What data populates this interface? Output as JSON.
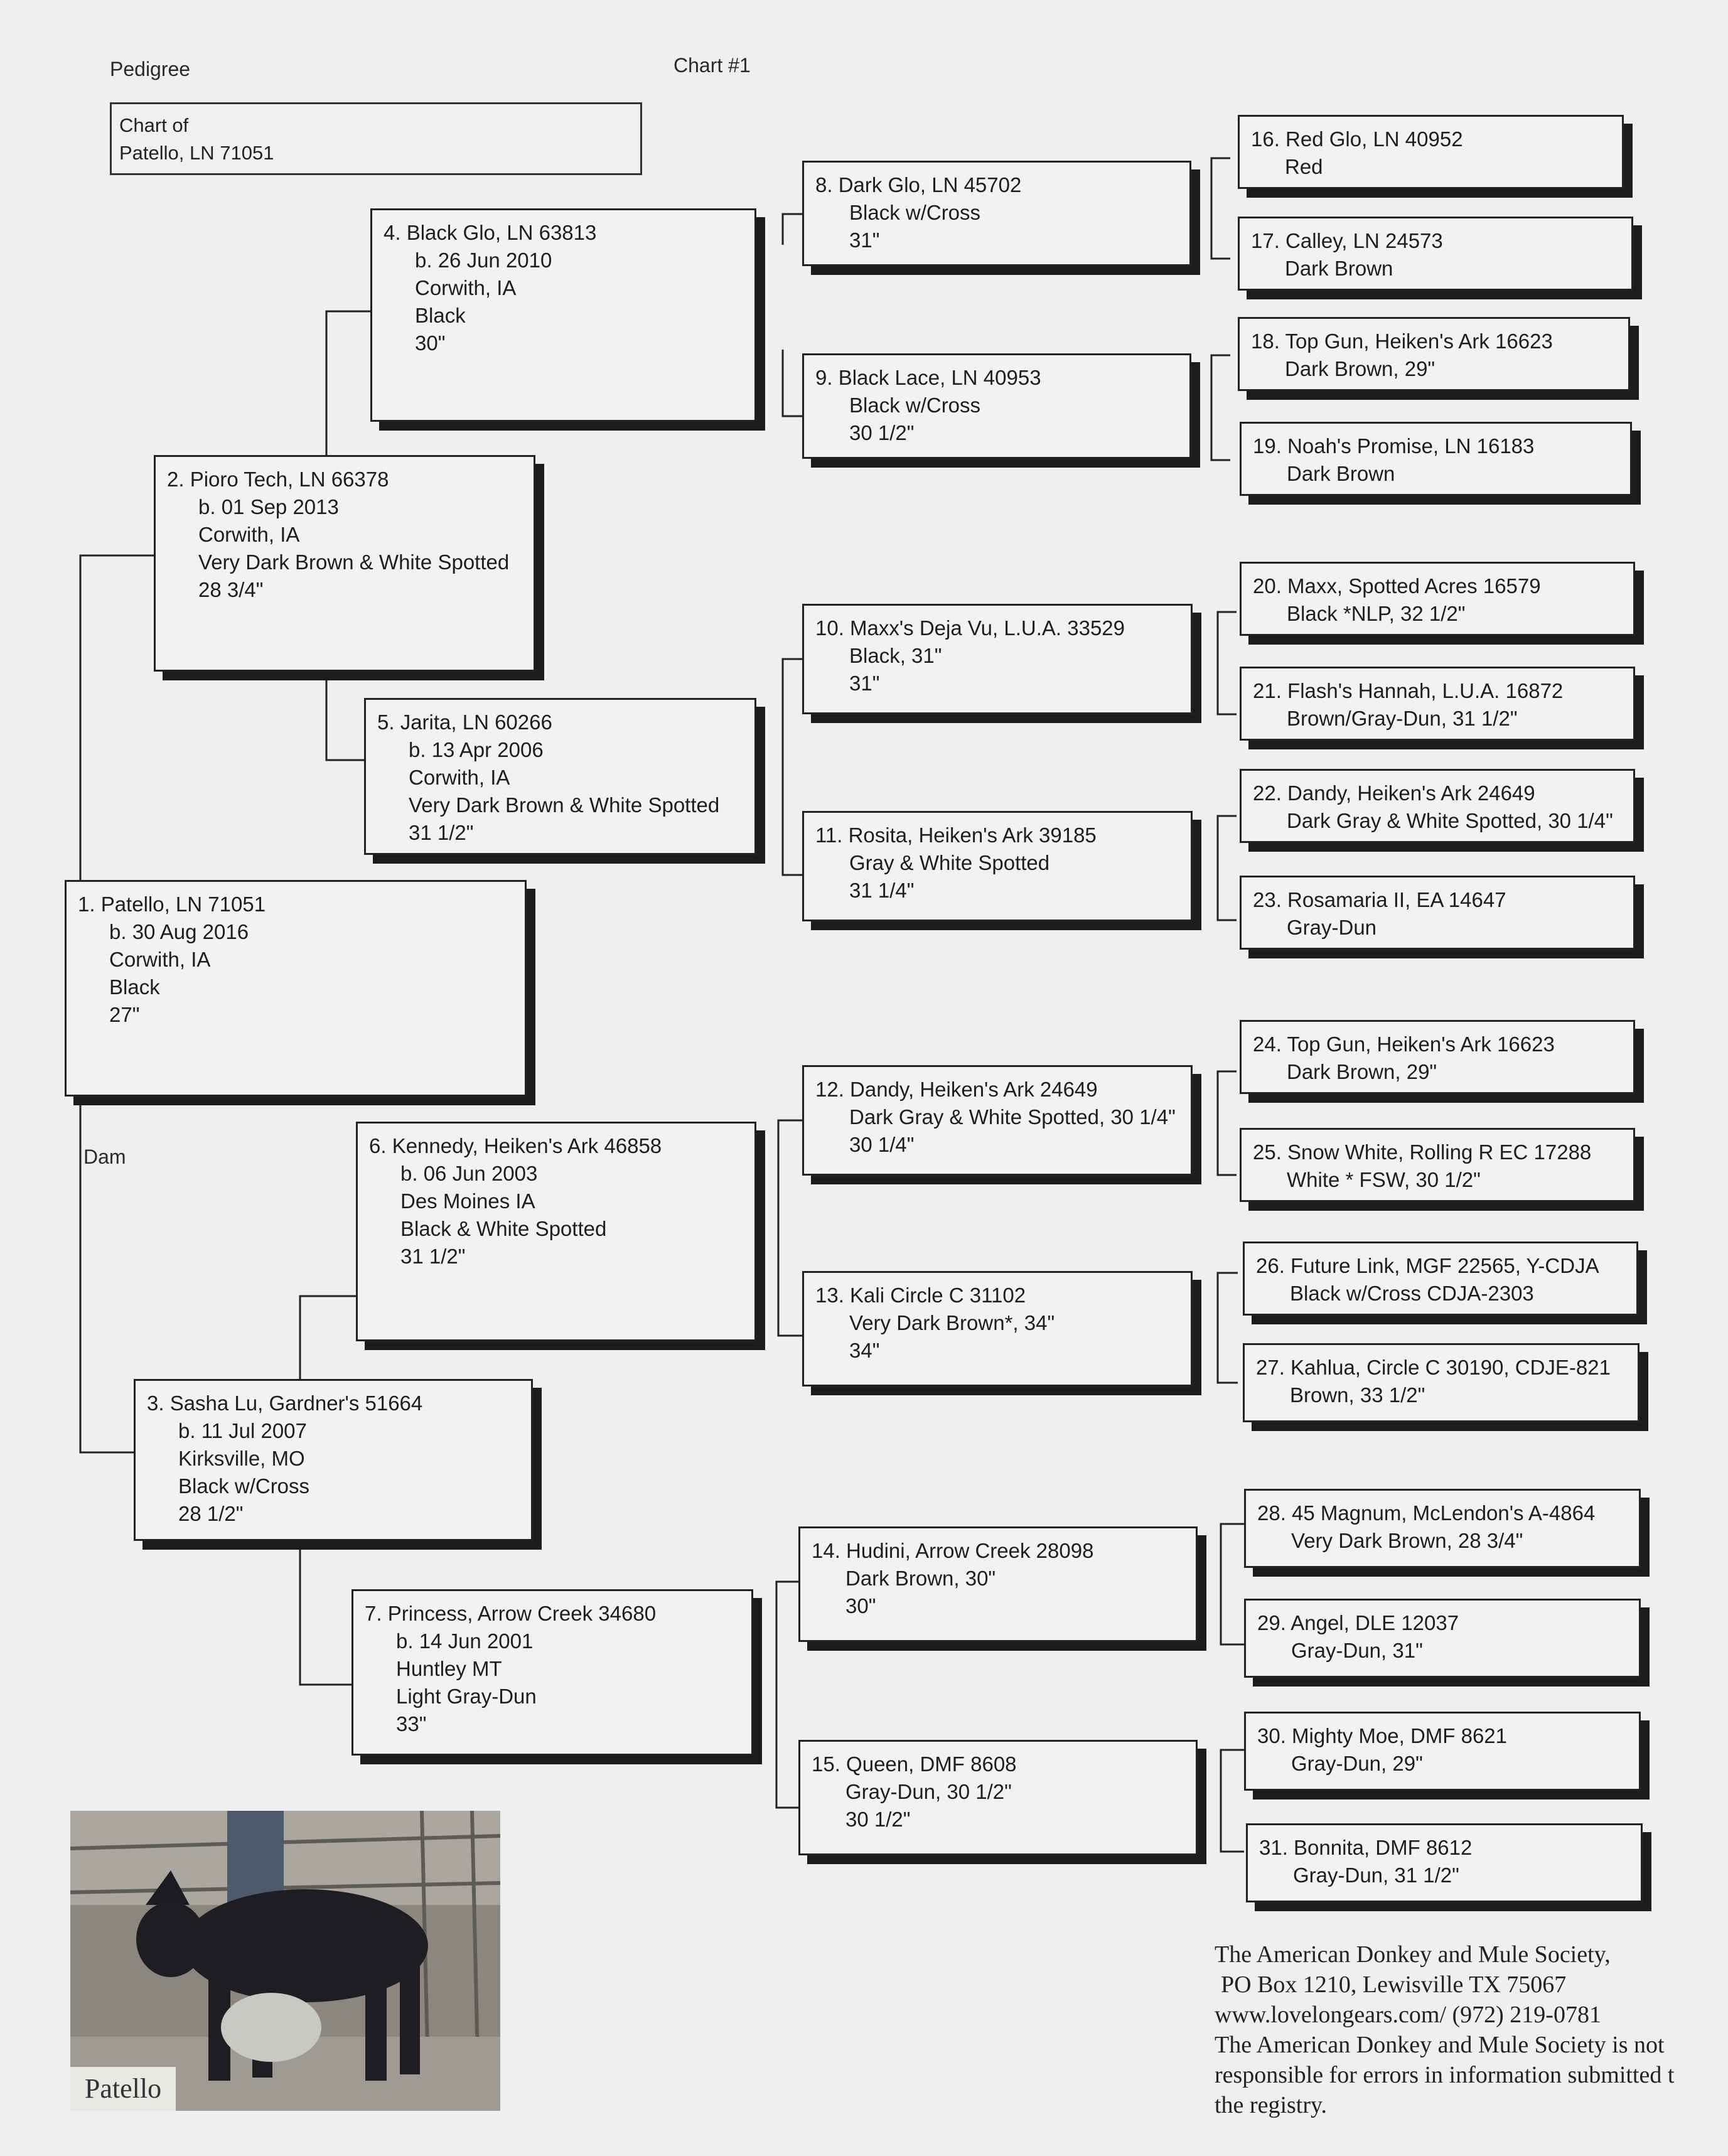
{
  "header": {
    "pedigree_label": "Pedigree",
    "chart_number": "Chart #1"
  },
  "chart_of": {
    "line1": "Chart of",
    "line2": "Patello, LN 71051"
  },
  "dam_label": "Dam",
  "animals": {
    "a1": {
      "name": "1. Patello, LN 71051",
      "details": [
        "b. 30 Aug 2016",
        "Corwith, IA",
        "Black",
        "27\""
      ]
    },
    "a2": {
      "name": "2. Pioro Tech, LN 66378",
      "details": [
        "b. 01 Sep 2013",
        "Corwith, IA",
        "Very Dark Brown & White Spotted",
        "28 3/4\""
      ]
    },
    "a3": {
      "name": "3. Sasha Lu, Gardner's 51664",
      "details": [
        "b. 11 Jul 2007",
        "Kirksville, MO",
        "Black w/Cross",
        "28 1/2\""
      ]
    },
    "a4": {
      "name": "4. Black Glo, LN 63813",
      "details": [
        "b. 26 Jun 2010",
        "Corwith, IA",
        "Black",
        "30\""
      ]
    },
    "a5": {
      "name": "5. Jarita, LN 60266",
      "details": [
        "b. 13 Apr 2006",
        "Corwith, IA",
        "Very Dark Brown & White Spotted",
        "31 1/2\""
      ]
    },
    "a6": {
      "name": "6. Kennedy, Heiken's Ark 46858",
      "details": [
        "b. 06 Jun 2003",
        "Des Moines IA",
        "Black & White Spotted",
        "31 1/2\""
      ]
    },
    "a7": {
      "name": "7. Princess, Arrow Creek 34680",
      "details": [
        "b. 14 Jun 2001",
        "Huntley MT",
        "Light Gray-Dun",
        "33\""
      ]
    },
    "a8": {
      "name": "8. Dark Glo, LN 45702",
      "details": [
        "Black w/Cross",
        "31\""
      ]
    },
    "a9": {
      "name": "9. Black Lace, LN 40953",
      "details": [
        "Black w/Cross",
        "30 1/2\""
      ]
    },
    "a10": {
      "name": "10. Maxx's Deja Vu, L.U.A. 33529",
      "details": [
        "Black, 31\"",
        "31\""
      ]
    },
    "a11": {
      "name": "11. Rosita, Heiken's Ark 39185",
      "details": [
        "Gray & White Spotted",
        "31 1/4\""
      ]
    },
    "a12": {
      "name": "12. Dandy, Heiken's Ark 24649",
      "details": [
        "Dark Gray & White Spotted, 30 1/4\"",
        "30 1/4\""
      ]
    },
    "a13": {
      "name": "13. Kali Circle C 31102",
      "details": [
        "Very Dark Brown*, 34\"",
        "34\""
      ]
    },
    "a14": {
      "name": "14. Hudini, Arrow Creek 28098",
      "details": [
        "Dark Brown, 30\"",
        "30\""
      ]
    },
    "a15": {
      "name": "15. Queen, DMF 8608",
      "details": [
        "Gray-Dun, 30 1/2\"",
        "30 1/2\""
      ]
    },
    "a16": {
      "name": "16. Red Glo, LN 40952",
      "details": [
        "Red"
      ]
    },
    "a17": {
      "name": "17. Calley, LN 24573",
      "details": [
        "Dark Brown"
      ]
    },
    "a18": {
      "name": "18. Top Gun, Heiken's Ark 16623",
      "details": [
        "Dark Brown, 29\""
      ]
    },
    "a19": {
      "name": "19. Noah's Promise, LN 16183",
      "details": [
        "Dark Brown"
      ]
    },
    "a20": {
      "name": "20. Maxx, Spotted Acres 16579",
      "details": [
        "Black *NLP, 32 1/2\""
      ]
    },
    "a21": {
      "name": "21. Flash's Hannah, L.U.A. 16872",
      "details": [
        "Brown/Gray-Dun, 31 1/2\""
      ]
    },
    "a22": {
      "name": "22. Dandy, Heiken's Ark 24649",
      "details": [
        "Dark Gray & White Spotted, 30 1/4\""
      ]
    },
    "a23": {
      "name": "23. Rosamaria II, EA 14647",
      "details": [
        "Gray-Dun"
      ]
    },
    "a24": {
      "name": "24. Top Gun, Heiken's Ark 16623",
      "details": [
        "Dark Brown, 29\""
      ]
    },
    "a25": {
      "name": "25. Snow White, Rolling R EC 17288",
      "details": [
        "White * FSW, 30 1/2\""
      ]
    },
    "a26": {
      "name": "26. Future Link, MGF 22565, Y-CDJA",
      "details": [
        "Black w/Cross  CDJA-2303"
      ]
    },
    "a27": {
      "name": "27. Kahlua, Circle C 30190, CDJE-821",
      "details": [
        "Brown, 33 1/2\""
      ]
    },
    "a28": {
      "name": "28. 45 Magnum, McLendon's A-4864",
      "details": [
        "Very Dark Brown, 28 3/4\""
      ]
    },
    "a29": {
      "name": "29. Angel, DLE 12037",
      "details": [
        "Gray-Dun, 31\""
      ]
    },
    "a30": {
      "name": "30. Mighty Moe, DMF 8621",
      "details": [
        "Gray-Dun, 29\""
      ]
    },
    "a31": {
      "name": "31. Bonnita, DMF 8612",
      "details": [
        "Gray-Dun, 31 1/2\""
      ]
    }
  },
  "photo": {
    "caption": "Patello"
  },
  "footer": {
    "lines": [
      "The American Donkey and Mule Society,",
      "PO Box 1210, Lewisville TX 75067",
      "www.lovelongears.com/ (972) 219-0781",
      "The American Donkey and Mule Society is not",
      "responsible for errors in information submitted t",
      "the registry."
    ]
  }
}
